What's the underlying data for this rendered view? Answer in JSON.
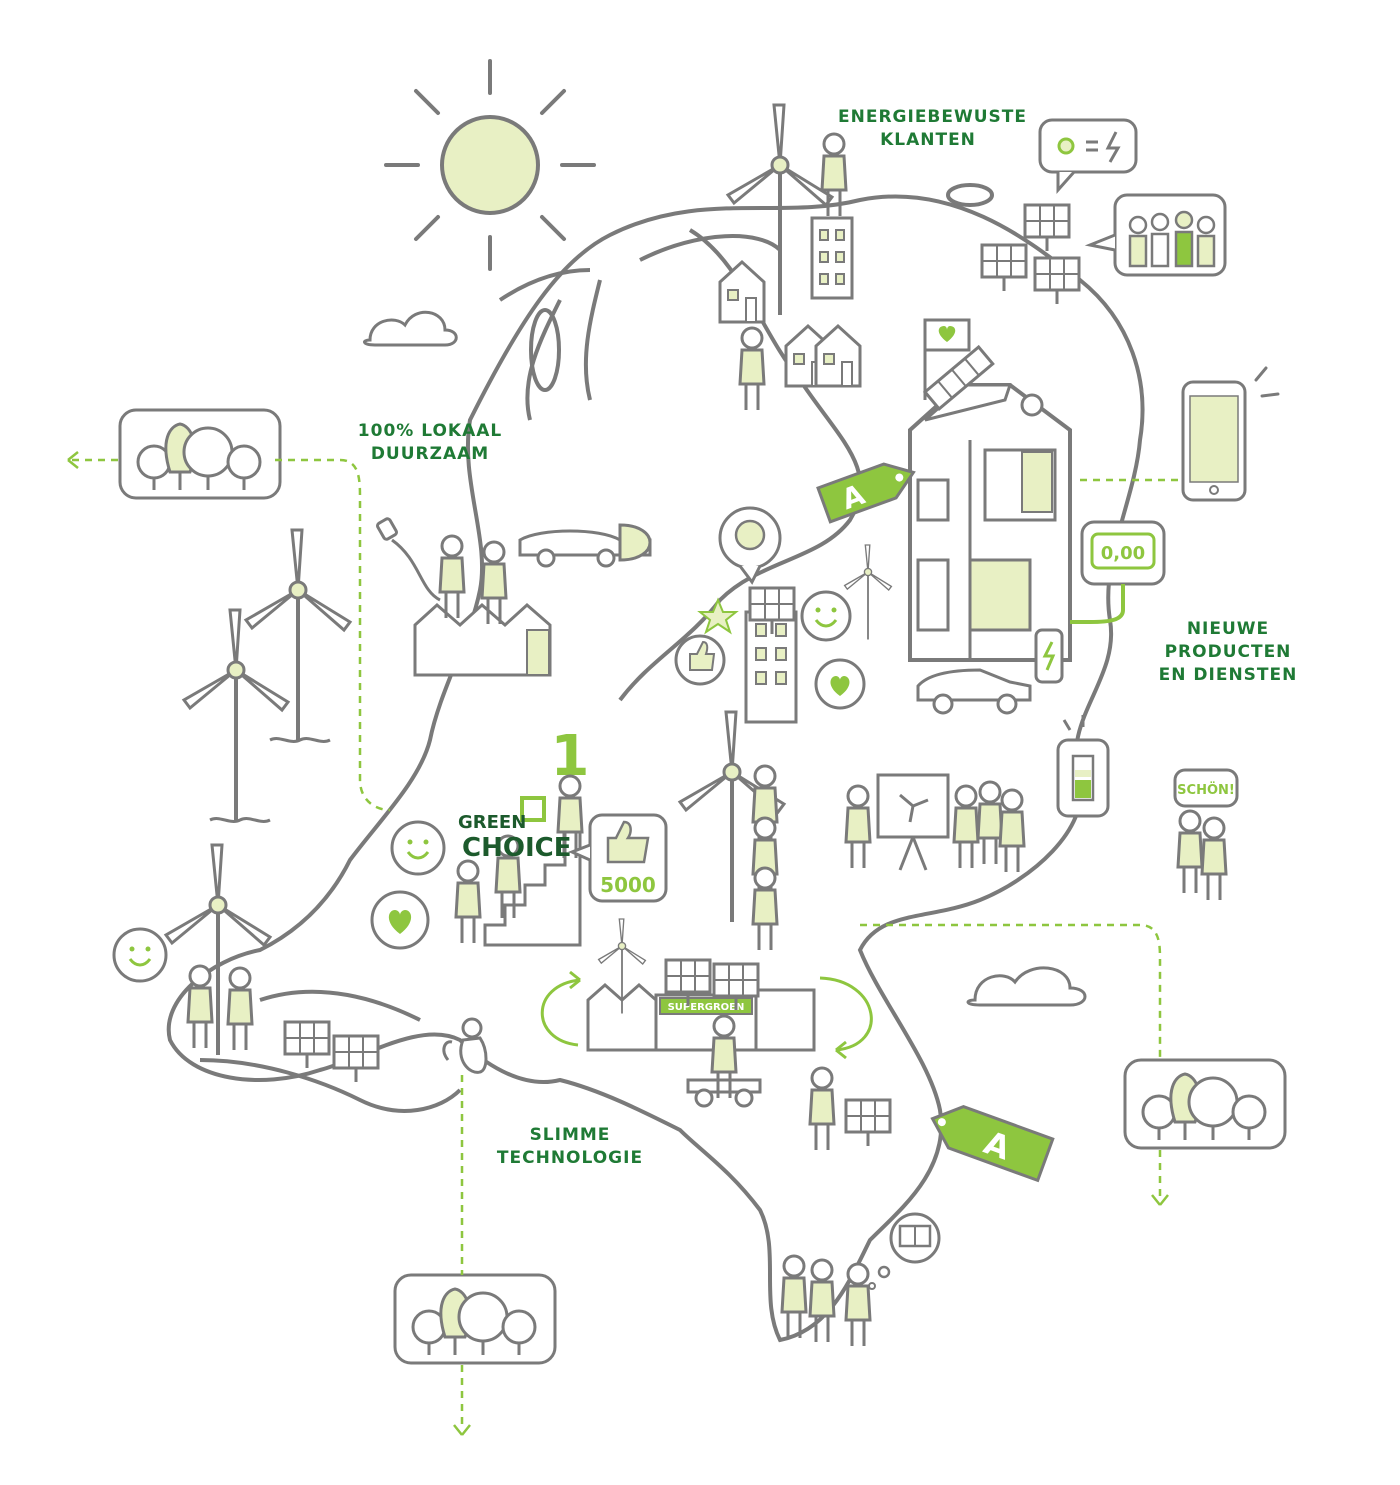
{
  "colors": {
    "outline": "#7a7a7a",
    "accent": "#8ec63f",
    "pale": "#e8f0c4",
    "heading": "#1f7a35",
    "brand_dark": "#1c5a2c"
  },
  "labels": {
    "energy_customers": "ENERGIEBEWUSTE\nKLANTEN",
    "local_sustainable": "100% LOKAAL\nDUURZAAM",
    "new_products": "NIEUWE PRODUCTEN\nEN DIENSTEN",
    "smart_tech": "SLIMME\nTECHNOLOGIE"
  },
  "brand": {
    "line1": "GREEN",
    "line2": "CHOICE"
  },
  "badges": {
    "likes_count": "5000",
    "rank": "1",
    "meter_value": "0,00",
    "energy_label_top": "A",
    "energy_label_bottom": "A",
    "shout": "SCHÖN!",
    "shop_sign": "SUPERGROEN"
  },
  "icons": [
    "sun-icon",
    "wind-turbine-icon",
    "solar-panel-icon",
    "tree-group-icon",
    "heart-bubble-icon",
    "smiley-bubble-icon",
    "thumbs-up-icon",
    "battery-icon",
    "smartphone-icon",
    "electric-car-icon",
    "plug-icon",
    "star-icon",
    "cat-icon",
    "cloud-icon",
    "energy-label-icon",
    "charging-station-icon",
    "smart-meter-icon"
  ]
}
